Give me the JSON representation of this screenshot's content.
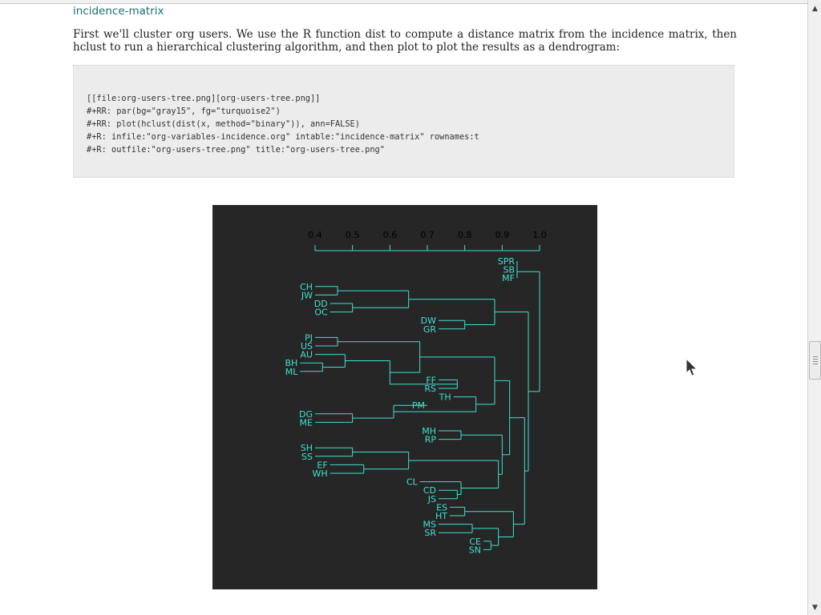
{
  "heading_link": "incidence-matrix",
  "paragraph": "First we'll cluster org users. We use the R function dist to compute a distance matrix from the incidence matrix, then hclust to run a hierarchical clustering algorithm, and then plot to plot the results as a dendrogram:",
  "code_lines": [
    "[[file:org-users-tree.png][org-users-tree.png]]",
    "#+RR: par(bg=\"gray15\", fg=\"turquoise2\")",
    "#+RR: plot(hclust(dist(x, method=\"binary\")), ann=FALSE)",
    "#+R: infile:\"org-variables-incidence.org\" intable:\"incidence-matrix\" rownames:t",
    "#+R: outfile:\"org-users-tree.png\" title:\"org-users-tree.png\""
  ],
  "colors": {
    "plot_bg": "#262626",
    "plot_fg": "#40e0d0",
    "link": "#1a6e78"
  },
  "icons": {
    "cursor": "mouse-pointer-icon",
    "scroll_up": "scroll-up-icon",
    "scroll_down": "scroll-down-icon"
  },
  "chart_data": {
    "type": "dendrogram",
    "orientation": "horizontal",
    "axis_ticks": [
      "0.4",
      "0.5",
      "0.6",
      "0.7",
      "0.8",
      "0.9",
      "1.0"
    ],
    "xlim": [
      0.4,
      1.0
    ],
    "leaves": [
      "SPR",
      "SB",
      "MF",
      "CH",
      "JW",
      "DD",
      "OC",
      "DW",
      "GR",
      "PJ",
      "US",
      "AU",
      "BH",
      "ML",
      "FF",
      "RS",
      "TH",
      "PM",
      "DG",
      "ME",
      "MH",
      "RP",
      "SH",
      "SS",
      "EF",
      "WH",
      "CL",
      "CD",
      "JS",
      "ES",
      "HT",
      "MS",
      "SR",
      "CE",
      "SN"
    ],
    "leaf_heights": [
      0.94,
      0.94,
      0.94,
      0.4,
      0.4,
      0.44,
      0.44,
      0.73,
      0.73,
      0.4,
      0.4,
      0.4,
      0.36,
      0.36,
      0.73,
      0.73,
      0.77,
      0.7,
      0.4,
      0.4,
      0.73,
      0.73,
      0.4,
      0.4,
      0.44,
      0.44,
      0.68,
      0.73,
      0.73,
      0.76,
      0.76,
      0.73,
      0.73,
      0.85,
      0.85
    ],
    "merges": [
      {
        "left": "SPR",
        "right": "SB",
        "height": 0.94
      },
      {
        "left": "SPR|SB",
        "right": "MF",
        "height": 0.94
      },
      {
        "left": "CH",
        "right": "JW",
        "height": 0.46
      },
      {
        "left": "DD",
        "right": "OC",
        "height": 0.5
      },
      {
        "left": "CH|JW",
        "right": "DD|OC",
        "height": 0.65
      },
      {
        "left": "DW",
        "right": "GR",
        "height": 0.8
      },
      {
        "left": "CH|JW|DD|OC",
        "right": "DW|GR",
        "height": 0.88
      },
      {
        "left": "PJ",
        "right": "US",
        "height": 0.46
      },
      {
        "left": "BH",
        "right": "ML",
        "height": 0.42
      },
      {
        "left": "AU",
        "right": "BH|ML",
        "height": 0.48
      },
      {
        "left": "FF",
        "right": "RS",
        "height": 0.78
      },
      {
        "left": "AU|BH|ML",
        "right": "FF|RS",
        "height": 0.6
      },
      {
        "left": "PJ|US",
        "right": "AU|BH|ML|FF|RS",
        "height": 0.68
      },
      {
        "left": "DG",
        "right": "ME",
        "height": 0.5
      },
      {
        "left": "PM",
        "right": "DG|ME",
        "height": 0.61
      },
      {
        "left": "TH",
        "right": "PM|DG|ME",
        "height": 0.83
      },
      {
        "left": "PJ..RS",
        "right": "TH..ME",
        "height": 0.88
      },
      {
        "left": "MH",
        "right": "RP",
        "height": 0.79
      },
      {
        "left": "SH",
        "right": "SS",
        "height": 0.5
      },
      {
        "left": "EF",
        "right": "WH",
        "height": 0.53
      },
      {
        "left": "SH|SS",
        "right": "EF|WH",
        "height": 0.65
      },
      {
        "left": "CD",
        "right": "JS",
        "height": 0.78
      },
      {
        "left": "CL",
        "right": "CD|JS",
        "height": 0.79
      },
      {
        "left": "SH..WH",
        "right": "CL|CD|JS",
        "height": 0.89
      },
      {
        "left": "MH|RP",
        "right": "SH..JS",
        "height": 0.9
      },
      {
        "left": "PJ..ME",
        "right": "MH..JS",
        "height": 0.92
      },
      {
        "left": "ES",
        "right": "HT",
        "height": 0.8
      },
      {
        "left": "CE",
        "right": "SN",
        "height": 0.87
      },
      {
        "left": "MS",
        "right": "SR",
        "height": 0.82
      },
      {
        "left": "MS|SR",
        "right": "CE|SN",
        "height": 0.89
      },
      {
        "left": "ES|HT",
        "right": "MS..SN",
        "height": 0.93
      },
      {
        "left": "PJ..JS",
        "right": "ES..SN",
        "height": 0.96
      },
      {
        "left": "CH..GR",
        "right": "PJ..SN",
        "height": 0.97
      },
      {
        "left": "SPR|SB|MF",
        "right": "CH..SN",
        "height": 1.0
      }
    ]
  }
}
